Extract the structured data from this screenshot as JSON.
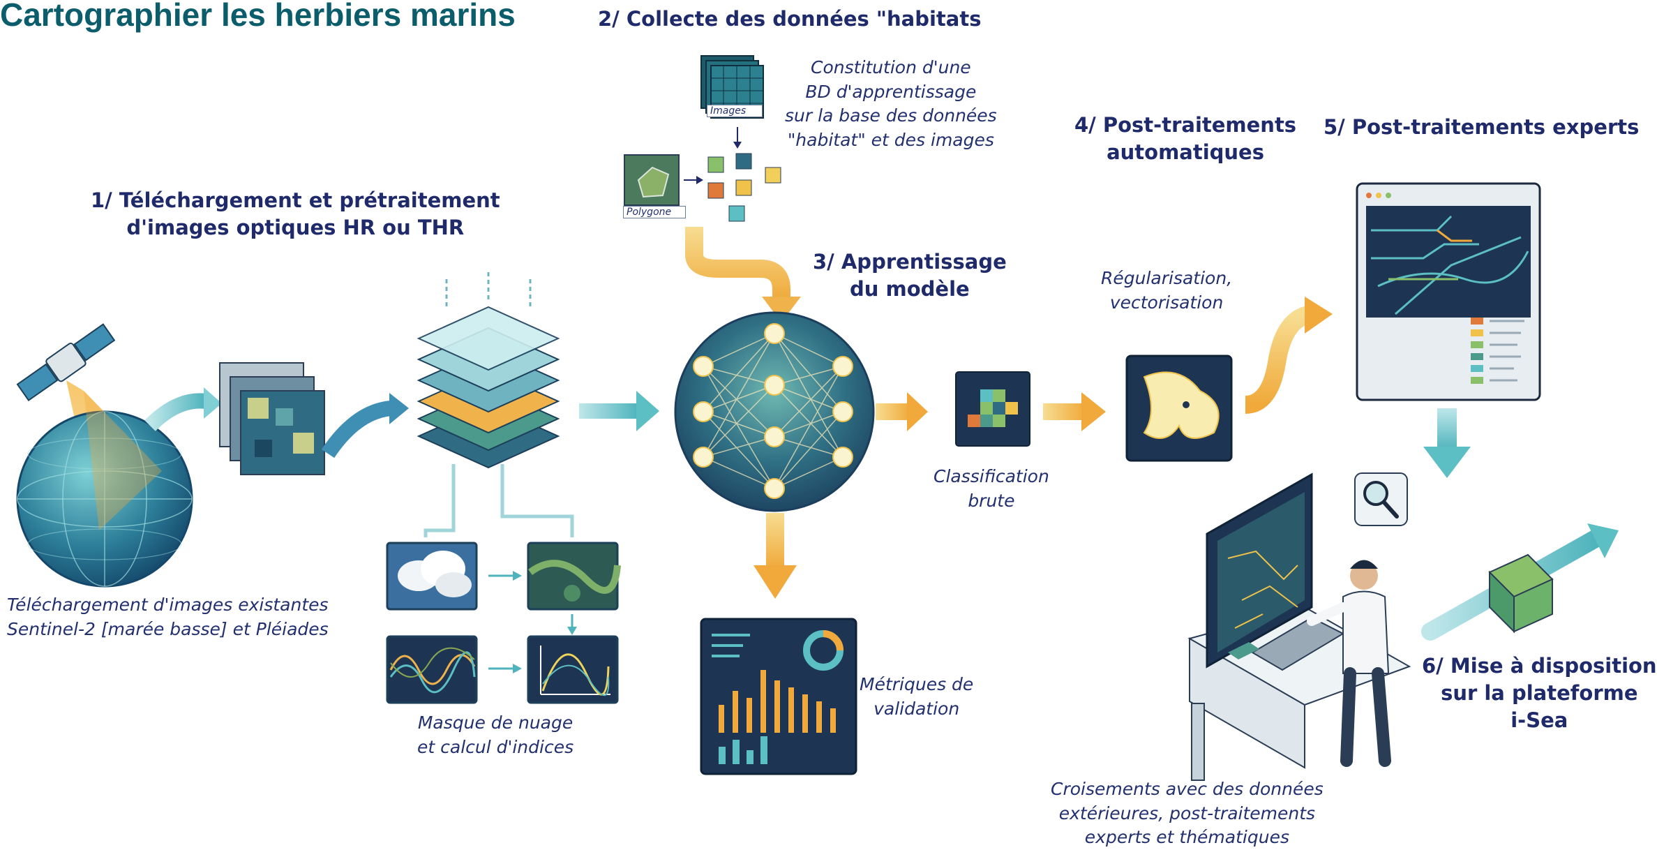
{
  "title": "Cartographier les herbiers marins",
  "steps": {
    "s1": {
      "label": "1/ Téléchargement et prétraitement\nd'images optiques HR ou THR"
    },
    "s2": {
      "label": "2/ Collecte des données \"habitats"
    },
    "s3": {
      "label": "3/ Apprentissage\ndu modèle"
    },
    "s4": {
      "label": "4/ Post-traitements\nautomatiques"
    },
    "s5": {
      "label": "5/ Post-traitements experts"
    },
    "s6": {
      "label": "6/ Mise à disposition\nsur la plateforme\ni-Sea"
    }
  },
  "captions": {
    "download": "Téléchargement d'images existantes\nSentinel-2 [marée basse] et Pléiades",
    "mask": "Masque de nuage\net calcul d'indices",
    "training_db": "Constitution d'une\nBD d'apprentissage\nsur la base des données\n\"habitat\" et des images",
    "classification": "Classification\nbrute",
    "metrics": "Métriques de\nvalidation",
    "regularisation": "Régularisation,\nvectorisation",
    "crossing": "Croisements avec des données\nextérieures, post-traitements\nexperts et thématiques"
  },
  "tags": {
    "images": "Images",
    "polygone": "Polygone"
  },
  "icons": [
    "satellite-icon",
    "globe-icon",
    "image-stack-icon",
    "layer-stack-icon",
    "cloud-image-icon",
    "map-image-icon",
    "wave-chart-icon",
    "line-chart-icon",
    "image-grid-icon",
    "polygon-icon",
    "neural-network-icon",
    "classification-grid-icon",
    "vector-map-icon",
    "expert-window-icon",
    "dashboard-icon",
    "computer-workstation-icon",
    "magnifier-icon",
    "analyst-figure-icon",
    "data-package-icon"
  ],
  "colors": {
    "title": "#0b5d6b",
    "step_text": "#1f2a6b",
    "teal_arrow": "#5bbfc4",
    "orange_arrow": "#f0b24a",
    "dark_panel": "#17324a"
  }
}
